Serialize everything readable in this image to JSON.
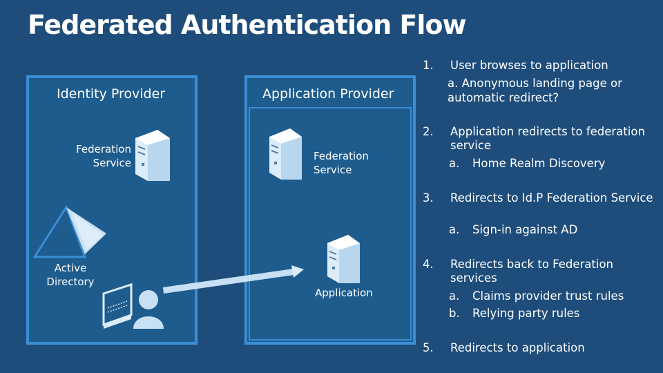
{
  "title": "Federated Authentication Flow",
  "identity_provider": {
    "label": "Identity Provider",
    "federation_service": "Federation Service",
    "active_directory": "Active Directory"
  },
  "application_provider": {
    "label": "Application Provider",
    "federation_service": "Federation Service",
    "application": "Application"
  },
  "steps": [
    {
      "num": "1.",
      "text": "User browses to application",
      "subs": [
        {
          "letter": "",
          "text": "a. Anonymous landing page or automatic redirect?"
        }
      ]
    },
    {
      "num": "2.",
      "text": "Application redirects to federation service",
      "subs": [
        {
          "letter": "a.",
          "text": "Home Realm Discovery"
        }
      ]
    },
    {
      "num": "3.",
      "text": "Redirects to Id.P Federation Service",
      "subs": [
        {
          "letter": "a.",
          "text": "Sign-in against AD"
        }
      ]
    },
    {
      "num": "4.",
      "text": "Redirects back to Federation services",
      "subs": [
        {
          "letter": "a.",
          "text": "Claims provider trust rules"
        },
        {
          "letter": "b.",
          "text": "Relying party rules"
        }
      ]
    },
    {
      "num": "5.",
      "text": "Redirects to application",
      "subs": []
    }
  ],
  "colors": {
    "background": "#1e4d7b",
    "panel_border": "#3a8ed6",
    "panel_fill": "#1e5c8e",
    "icon_fill": "#dcecf8"
  }
}
